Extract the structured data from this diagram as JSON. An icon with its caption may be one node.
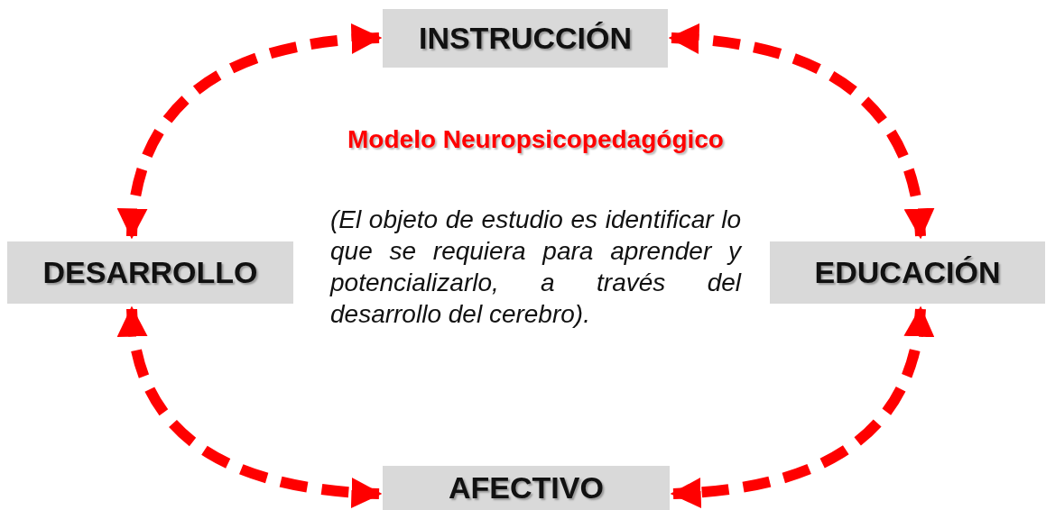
{
  "diagram": {
    "title": "Modelo Neuropsicopedagógico",
    "nodes": [
      {
        "text": [
          "INSTRUCCIÓN"
        ]
      },
      {
        "text": [
          "DESARROLLO"
        ]
      },
      {
        "text": [
          "EDUCACIÓN"
        ]
      },
      {
        "text": [
          "AFECTIVO"
        ]
      }
    ],
    "edges": [
      {
        "from": 0,
        "to": 1,
        "arrow": "both",
        "style": "dashed"
      },
      {
        "from": 0,
        "to": 2,
        "arrow": "both",
        "style": "dashed"
      },
      {
        "from": 1,
        "to": 3,
        "arrow": "both",
        "style": "dashed"
      },
      {
        "from": 2,
        "to": 3,
        "arrow": "both",
        "style": "dashed"
      }
    ],
    "labels": [
      "(El objeto de estudio es identificar lo que se requiera para aprender y potencializarlo, a través del desarrollo del cerebro)."
    ]
  }
}
